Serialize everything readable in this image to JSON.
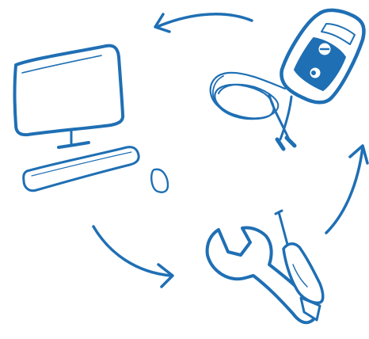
{
  "illustration": {
    "stroke_color": "#1f6fb4",
    "fill_color": "#ffffff",
    "icons": [
      "computer-icon",
      "multimeter-icon",
      "tools-icon"
    ],
    "arrows": [
      "arrow-top",
      "arrow-right",
      "arrow-bottom-left"
    ]
  }
}
